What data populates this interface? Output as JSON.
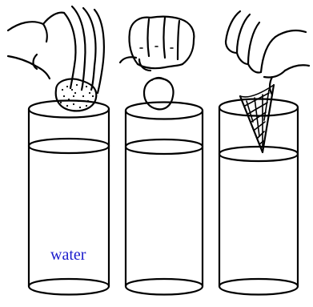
{
  "figure": {
    "water_label": "water",
    "label_color": "#1a1acc",
    "objects": [
      {
        "name": "sponge",
        "texture": "dotted"
      },
      {
        "name": "ball",
        "texture": "plain"
      },
      {
        "name": "cone",
        "texture": "cross-hatched"
      }
    ]
  }
}
